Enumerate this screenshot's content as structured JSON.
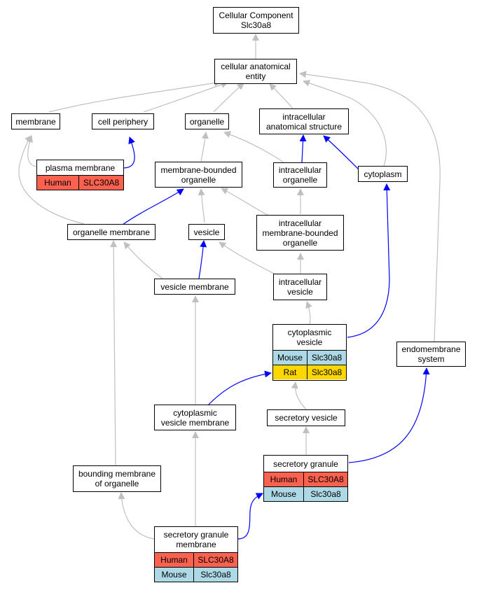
{
  "diagram": {
    "colors": {
      "gray_edge": "#c0c0c0",
      "blue_edge": "#0000ff",
      "human": "#fa614f",
      "mouse": "#add8e6",
      "rat": "#ffd700"
    },
    "nodes": {
      "root": "Cellular Component\nSlc30a8",
      "cae": "cellular anatomical\nentity",
      "membrane": "membrane",
      "cellperiphery": "cell periphery",
      "organelle": "organelle",
      "ias": "intracellular\nanatomical structure",
      "mbo": "membrane-bounded\norganelle",
      "io": "intracellular\norganelle",
      "cytoplasm": "cytoplasm",
      "om": "organelle membrane",
      "vesicle": "vesicle",
      "imbo": "intracellular\nmembrane-bounded\norganelle",
      "vm": "vesicle membrane",
      "iv": "intracellular\nvesicle",
      "endo": "endomembrane\nsystem",
      "cvm": "cytoplasmic\nvesicle membrane",
      "sv": "secretory vesicle",
      "bmo": "bounding membrane\nof organelle"
    },
    "tables": {
      "pm": {
        "title": "plasma membrane",
        "rows": [
          [
            "Human",
            "SLC30A8"
          ]
        ]
      },
      "cv": {
        "title": "cytoplasmic\nvesicle",
        "rows": [
          [
            "Mouse",
            "Slc30a8"
          ],
          [
            "Rat",
            "Slc30a8"
          ]
        ]
      },
      "sg": {
        "title": "secretory granule",
        "rows": [
          [
            "Human",
            "SLC30A8"
          ],
          [
            "Mouse",
            "Slc30a8"
          ]
        ]
      },
      "sgm": {
        "title": "secretory granule\nmembrane",
        "rows": [
          [
            "Human",
            "SLC30A8"
          ],
          [
            "Mouse",
            "Slc30a8"
          ]
        ]
      }
    }
  }
}
